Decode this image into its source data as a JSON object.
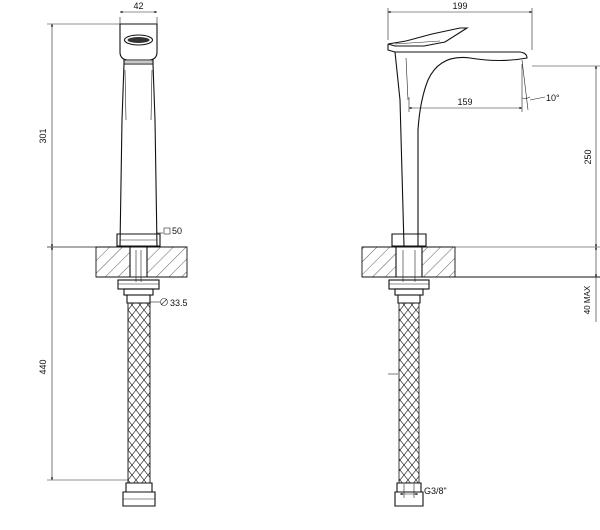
{
  "front_view": {
    "width_label": "42",
    "upper_height_label": "301",
    "square_label": "50",
    "diameter_label": "33.5",
    "hose_length_label": "440"
  },
  "side_view": {
    "projection_label": "199",
    "inner_reach_label": "159",
    "angle_label": "10°",
    "spout_height_label": "250",
    "deck_thickness_label": "40 MAX",
    "thread_label": "G3/8\""
  }
}
